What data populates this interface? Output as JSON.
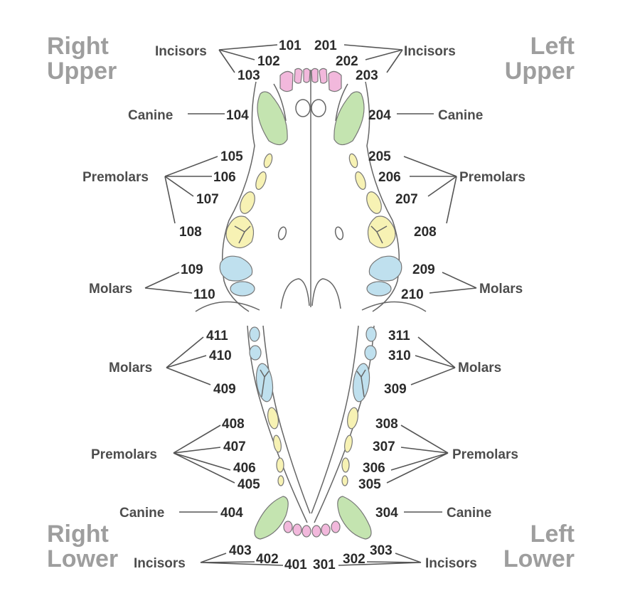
{
  "quadrants": {
    "right_upper": [
      "Right",
      "Upper"
    ],
    "left_upper": [
      "Left",
      "Upper"
    ],
    "right_lower": [
      "Right",
      "Lower"
    ],
    "left_lower": [
      "Left",
      "Lower"
    ]
  },
  "groups": {
    "incisors": "Incisors",
    "canine": "Canine",
    "premolars": "Premolars",
    "molars": "Molars"
  },
  "colors": {
    "incisor": "#f2b8dc",
    "canine": "#c4e4b0",
    "premolar": "#f7f2b4",
    "molar": "#bfe0ee"
  },
  "teeth": {
    "upper_right": {
      "incisors": [
        "101",
        "102",
        "103"
      ],
      "canine": "104",
      "premolars": [
        "105",
        "106",
        "107",
        "108"
      ],
      "molars": [
        "109",
        "110"
      ]
    },
    "upper_left": {
      "incisors": [
        "201",
        "202",
        "203"
      ],
      "canine": "204",
      "premolars": [
        "205",
        "206",
        "207",
        "208"
      ],
      "molars": [
        "209",
        "210"
      ]
    },
    "lower_left": {
      "incisors": [
        "301",
        "302",
        "303"
      ],
      "canine": "304",
      "premolars": [
        "305",
        "306",
        "307",
        "308"
      ],
      "molars": [
        "309",
        "310",
        "311"
      ]
    },
    "lower_right": {
      "incisors": [
        "401",
        "402",
        "403"
      ],
      "canine": "404",
      "premolars": [
        "405",
        "406",
        "407",
        "408"
      ],
      "molars": [
        "409",
        "410",
        "411"
      ]
    }
  }
}
